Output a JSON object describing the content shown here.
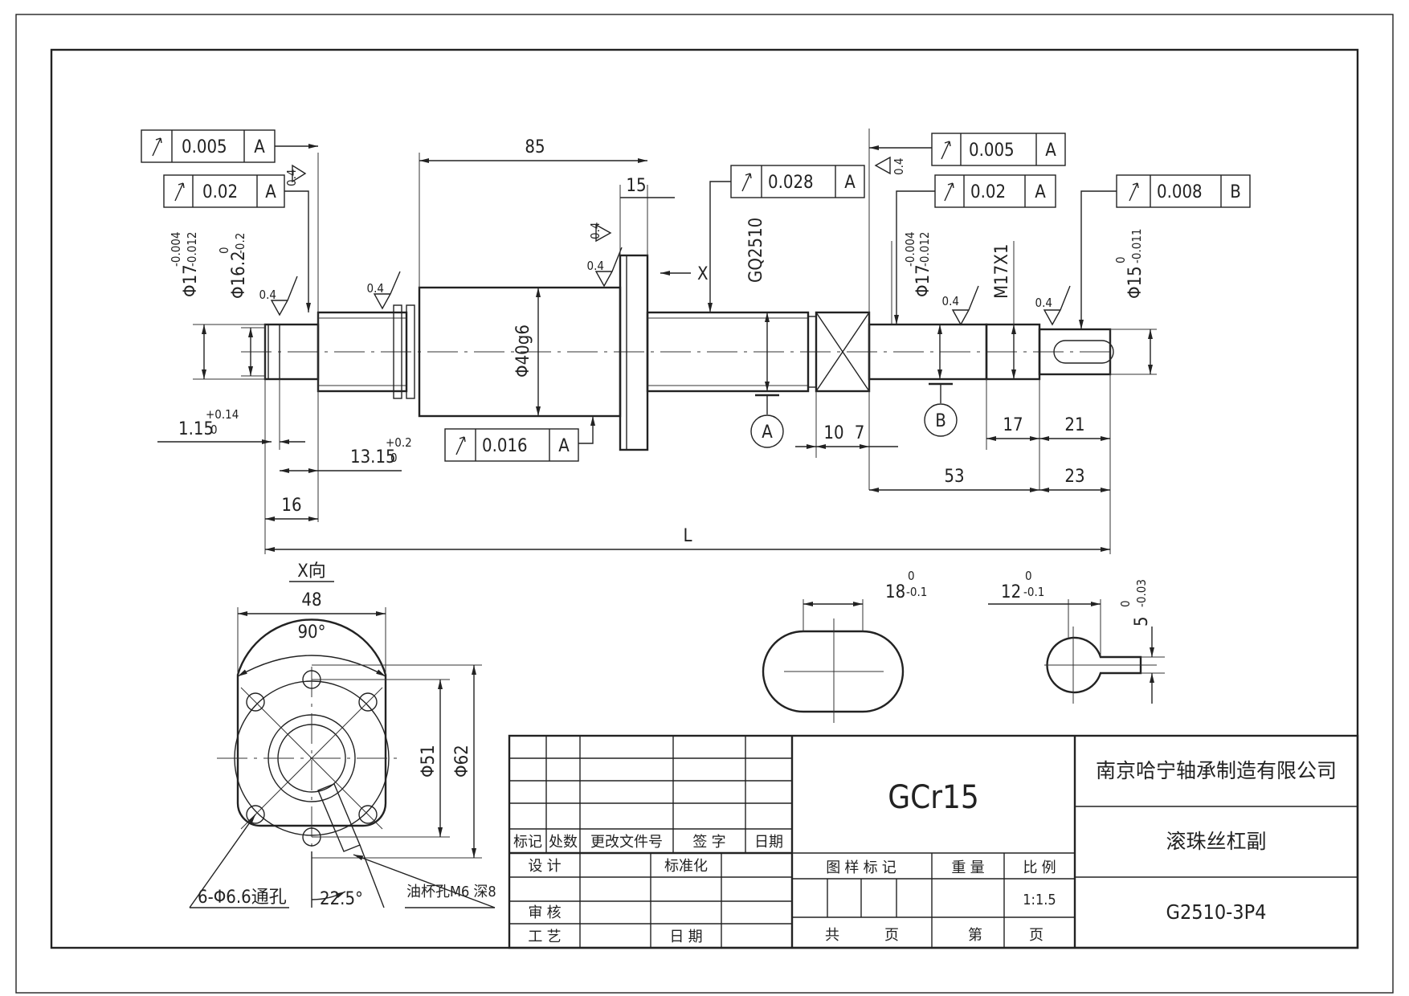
{
  "dimensions": {
    "d85": "85",
    "d15": "15",
    "x_arrow": "X",
    "gq": "GQ2510",
    "phi40": "Φ40g6",
    "m17": "M17X1",
    "d10": "10",
    "d7": "7",
    "d17": "17",
    "d21": "21",
    "d53": "53",
    "d23": "23",
    "d16": "16",
    "L": "L",
    "d115": "1.15",
    "d115_tol_u": "+0.14",
    "d115_tol_l": "0",
    "d1315": "13.15",
    "d1315_tol_u": "+0.2",
    "d1315_tol_l": "0",
    "phi17_left": "Φ17",
    "phi17_left_tol_u": "-0.004",
    "phi17_left_tol_l": "-0.012",
    "phi162": "Φ16.2",
    "phi162_tol_u": "0",
    "phi162_tol_l": "-0.2",
    "phi17_right": "Φ17",
    "phi17_right_tol_u": "-0.004",
    "phi17_right_tol_l": "-0.012",
    "phi15": "Φ15",
    "phi15_tol_u": "0",
    "phi15_tol_l": "-0.011",
    "datum_a": "A",
    "datum_b": "B"
  },
  "roughness": {
    "r1": "0.4",
    "r2": "0.4",
    "r3": "0.4",
    "r4": "0.4",
    "r5": "0.4",
    "r6": "0.4",
    "r7": "0.4",
    "r8": "0.4"
  },
  "tolerances": [
    {
      "value": "0.005",
      "datum": "A"
    },
    {
      "value": "0.02",
      "datum": "A"
    },
    {
      "value": "0.028",
      "datum": "A"
    },
    {
      "value": "0.016",
      "datum": "A"
    },
    {
      "value": "0.005",
      "datum": "A"
    },
    {
      "value": "0.02",
      "datum": "A"
    },
    {
      "value": "0.008",
      "datum": "B"
    }
  ],
  "section_views": {
    "d18": "18",
    "d18_tol_u": "0",
    "d18_tol_l": "-0.1",
    "d12": "12",
    "d12_tol_u": "0",
    "d12_tol_l": "-0.1",
    "d5": "5",
    "d5_tol_u": "0",
    "d5_tol_l": "-0.03"
  },
  "flange_view": {
    "title": "X向",
    "d48": "48",
    "angle90": "90°",
    "phi51": "Φ51",
    "phi62": "Φ62",
    "angle225": "22.5°",
    "holes": "6-Φ6.6通孔",
    "oil": "油杯孔M6 深8"
  },
  "title_block": {
    "material": "GCr15",
    "company": "南京哈宁轴承制造有限公司",
    "part_name": "滚珠丝杠副",
    "part_no": "G2510-3P4",
    "mark": "标记",
    "count": "处数",
    "change_doc": "更改文件号",
    "sign": "签 字",
    "date": "日期",
    "design": "设 计",
    "standard": "标准化",
    "review": "审 核",
    "craft": "工 艺",
    "date2": "日 期",
    "pattern_mark": "图 样 标 记",
    "weight": "重 量",
    "scale": "比 例",
    "scale_value": "1:1.5",
    "total": "共",
    "page": "页",
    "nth": "第",
    "page2": "页"
  }
}
